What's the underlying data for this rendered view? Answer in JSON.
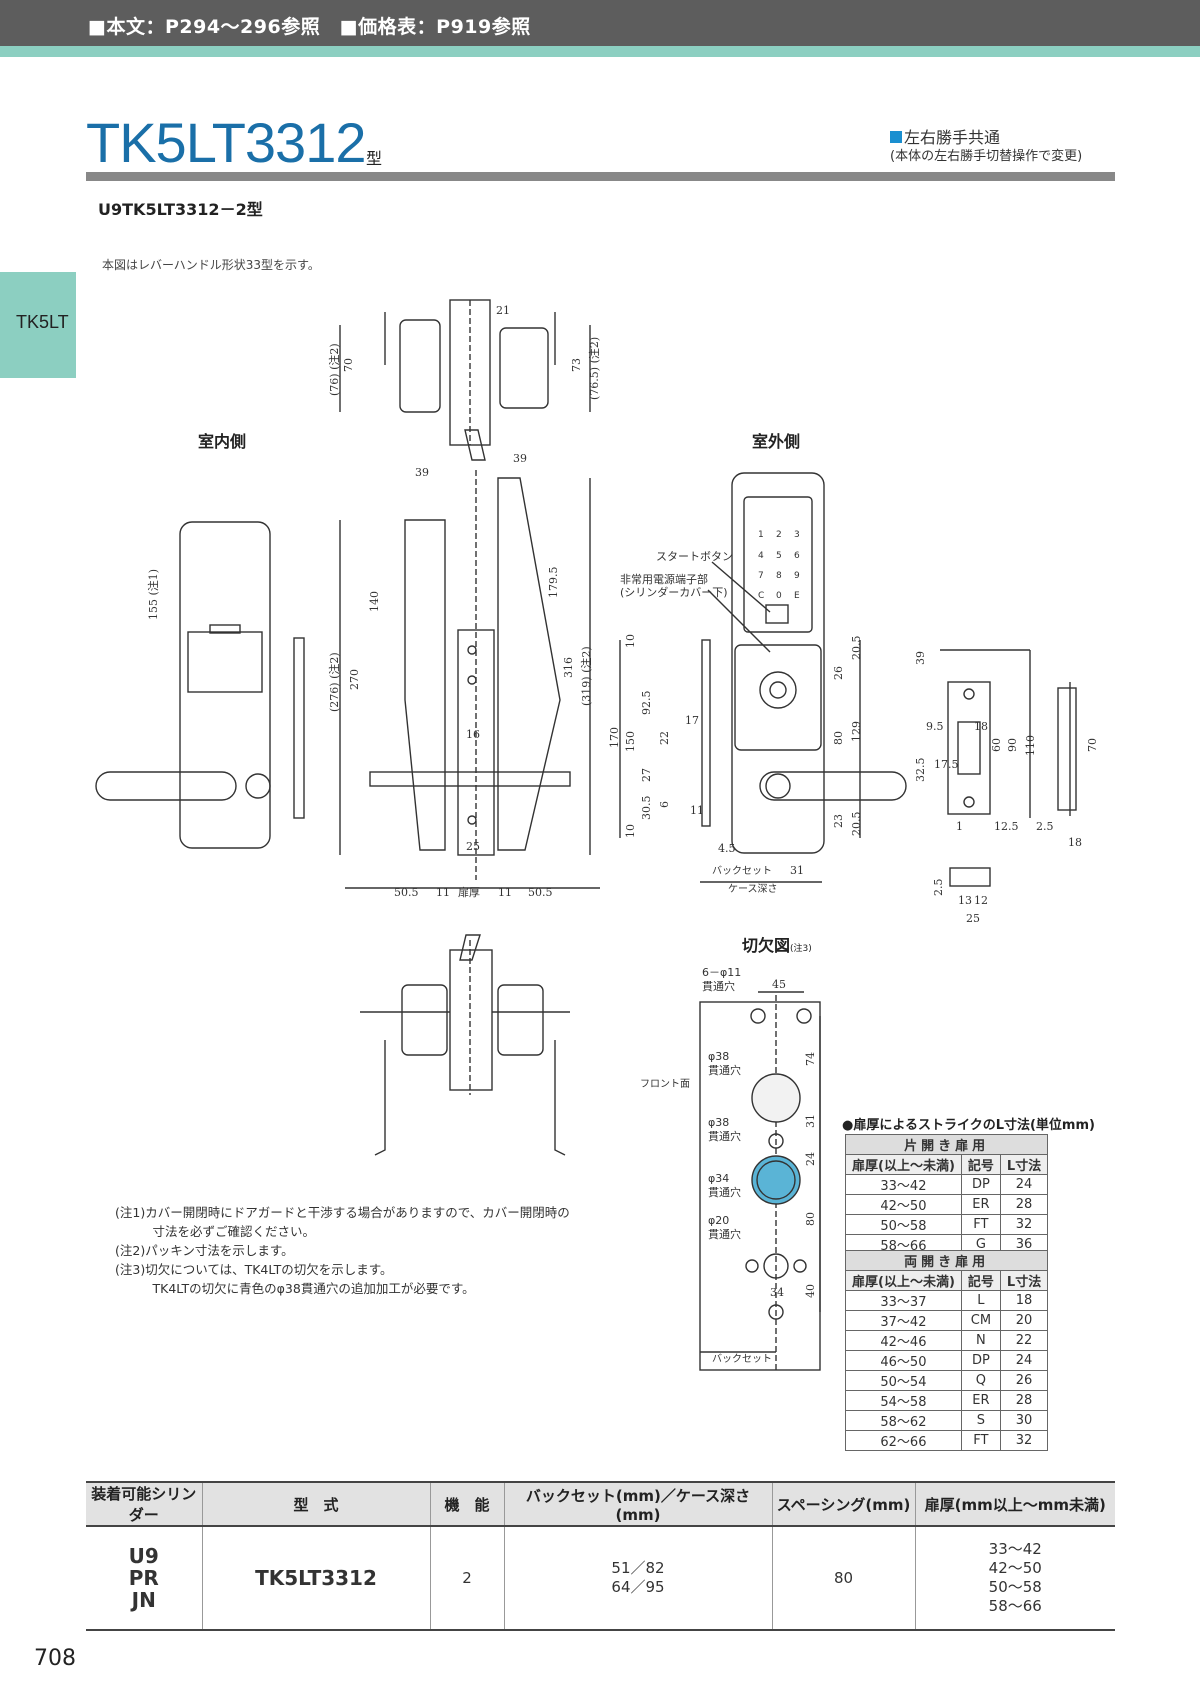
{
  "header": {
    "text": "■本文：P294～296参照　■価格表：P919参照"
  },
  "side_tab": "TK5LT",
  "title": {
    "main": "TK5LT3312",
    "suffix": "型"
  },
  "title_note": {
    "main": "左右勝手共通",
    "sub": "(本体の左右勝手切替操作で変更)"
  },
  "subtitle": "U9TK5LT3312－2型",
  "figure_note": "本図はレバーハンドル形状33型を示す。",
  "labels": {
    "inside": "室内側",
    "outside": "室外側",
    "cutout": "切欠図",
    "cutout_note": "(注3)",
    "start_button": "スタートボタン",
    "emergency_power_1": "非常用電源端子部",
    "emergency_power_2": "(シリンダーカバー下)",
    "front_face": "フロント面",
    "backset": "バックセット",
    "case_depth": "ケース深さ",
    "door_thickness": "扉厚",
    "holes_6": "6－φ11",
    "through_hole": "貫通穴",
    "phi38": "φ38",
    "phi34": "φ34",
    "phi20": "φ20"
  },
  "dims": {
    "d21": "21",
    "d70": "70",
    "d73": "73",
    "d76": "(76) (注2)",
    "d765": "(76.5) (注2)",
    "d39a": "39",
    "d39b": "39",
    "d155": "155 (注1)",
    "d140": "140",
    "d270": "270",
    "d276": "(276) (注2)",
    "d1795": "179.5",
    "d316": "316",
    "d319": "(319) (注2)",
    "d16": "16",
    "d25": "25",
    "d505a": "50.5",
    "d11a": "11",
    "d11b": "11",
    "d505b": "50.5",
    "d10a": "10",
    "d170": "170",
    "d150": "150",
    "d925": "92.5",
    "d22": "22",
    "d27": "27",
    "d6": "6",
    "d305": "30.5",
    "d10b": "10",
    "d17": "17",
    "d11c": "11",
    "d45": "4.5",
    "d31": "31",
    "d205a": "20.5",
    "d26": "26",
    "d80": "80",
    "d129": "129",
    "d23": "23",
    "d205b": "20.5",
    "d39c": "39",
    "d95": "9.5",
    "d18a": "18",
    "d175": "17.5",
    "d325": "32.5",
    "d60": "60",
    "d90": "90",
    "d110": "110",
    "d70b": "70",
    "d1": "1",
    "d125": "12.5",
    "d25b": "2.5",
    "d18b": "18",
    "d25c": "2.5",
    "d13": "13",
    "d12": "12",
    "d25d": "25",
    "c45": "45",
    "c74": "74",
    "c31": "31",
    "c24": "24",
    "c80": "80",
    "c34": "34",
    "c40": "40"
  },
  "notes": [
    "(注1)カバー開閉時にドアガードと干渉する場合がありますので、カバー開閉時の",
    "　　　寸法を必ずご確認ください。",
    "(注2)パッキン寸法を示します。",
    "(注3)切欠については、TK4LTの切欠を示します。",
    "　　　TK4LTの切欠に青色のφ38貫通穴の追加加工が必要です。"
  ],
  "strike_table": {
    "title": "●扉厚によるストライクのL寸法(単位mm)",
    "single": {
      "heading": "片開き扉用",
      "columns": [
        "扉厚(以上～未満)",
        "記号",
        "L寸法"
      ],
      "rows": [
        [
          "33～42",
          "DP",
          "24"
        ],
        [
          "42～50",
          "ER",
          "28"
        ],
        [
          "50～58",
          "FT",
          "32"
        ],
        [
          "58～66",
          "G",
          "36"
        ]
      ]
    },
    "double": {
      "heading": "両開き扉用",
      "columns": [
        "扉厚(以上～未満)",
        "記号",
        "L寸法"
      ],
      "rows": [
        [
          "33～37",
          "L",
          "18"
        ],
        [
          "37～42",
          "CM",
          "20"
        ],
        [
          "42～46",
          "N",
          "22"
        ],
        [
          "46～50",
          "DP",
          "24"
        ],
        [
          "50～54",
          "Q",
          "26"
        ],
        [
          "54～58",
          "ER",
          "28"
        ],
        [
          "58～62",
          "S",
          "30"
        ],
        [
          "62～66",
          "FT",
          "32"
        ]
      ]
    }
  },
  "spec_table": {
    "headers": [
      "装着可能シリンダー",
      "型　式",
      "機　能",
      "バックセット(mm)／ケース深さ(mm)",
      "スペーシング(mm)",
      "扉厚(mm以上～mm未満)"
    ],
    "cylinders": [
      "U9",
      "PR",
      "JN"
    ],
    "model": "TK5LT3312",
    "function": "2",
    "backset": [
      "51／82",
      "64／95"
    ],
    "spacing": "80",
    "thickness": [
      "33～42",
      "42～50",
      "50～58",
      "58～66"
    ]
  },
  "page_number": "708",
  "colors": {
    "title": "#1a6fa8",
    "accent": "#8ccfc1",
    "hole_blue": "#5ab4d6"
  }
}
